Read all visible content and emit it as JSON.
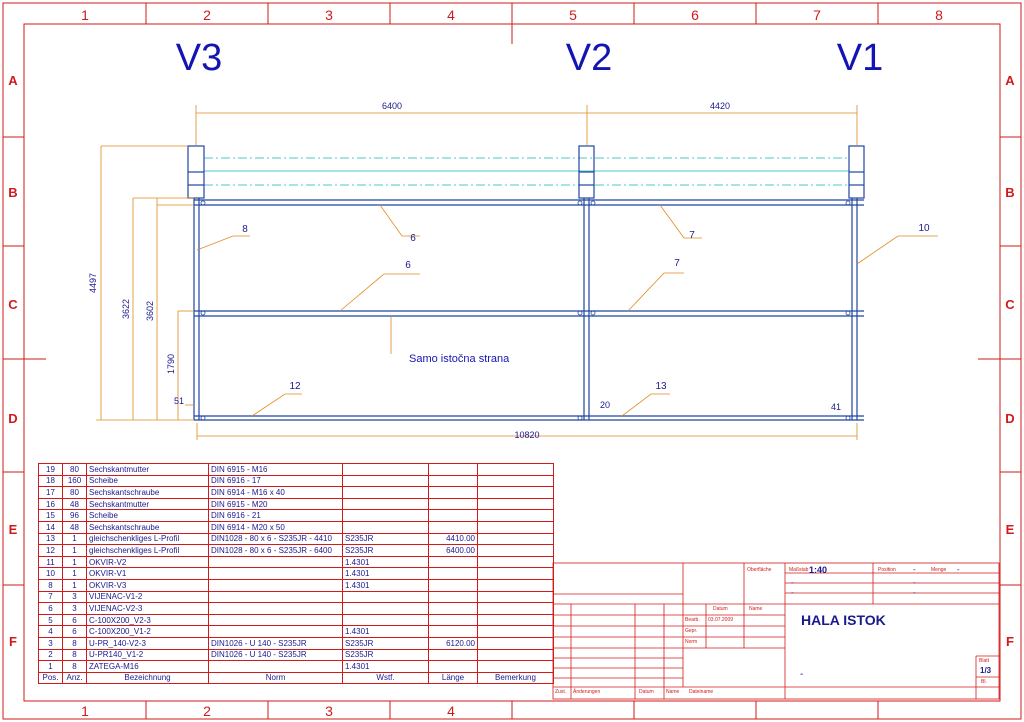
{
  "border": {
    "columns": [
      "1",
      "2",
      "3",
      "4",
      "5",
      "6",
      "7",
      "8"
    ],
    "bottom_columns": [
      "1",
      "2",
      "3",
      "4"
    ],
    "rows": [
      "A",
      "B",
      "C",
      "D",
      "E",
      "F"
    ]
  },
  "drawing": {
    "view_labels": [
      "V3",
      "V2",
      "V1"
    ],
    "dimensions": {
      "span_left": "6400",
      "span_right": "4420",
      "total_width": "10820",
      "height_total": "4497",
      "height_1": "3622",
      "height_2": "3602",
      "height_mid": "1790",
      "offset_left": "51",
      "offset_mid": "20",
      "offset_right": "41"
    },
    "callouts": [
      "8",
      "6",
      "6",
      "7",
      "7",
      "10",
      "12",
      "13"
    ],
    "note": "Samo istočna strana"
  },
  "bom": {
    "headers": [
      "Pos.",
      "Anz.",
      "Bezeichnung",
      "Norm",
      "Wstf.",
      "Länge",
      "Bemerkung"
    ],
    "rows": [
      [
        "19",
        "80",
        "Sechskantmutter",
        "DIN 6915 - M16",
        "",
        "",
        ""
      ],
      [
        "18",
        "160",
        "Scheibe",
        "DIN 6916 - 17",
        "",
        "",
        ""
      ],
      [
        "17",
        "80",
        "Sechskantschraube",
        "DIN 6914 - M16 x 40",
        "",
        "",
        ""
      ],
      [
        "16",
        "48",
        "Sechskantmutter",
        "DIN 6915 - M20",
        "",
        "",
        ""
      ],
      [
        "15",
        "96",
        "Scheibe",
        "DIN 6916 - 21",
        "",
        "",
        ""
      ],
      [
        "14",
        "48",
        "Sechskantschraube",
        "DIN 6914 - M20 x 50",
        "",
        "",
        ""
      ],
      [
        "13",
        "1",
        "gleichschenkliges L-Profil",
        "DIN1028 - 80 x 6 - S235JR - 4410",
        "S235JR",
        "4410.00",
        ""
      ],
      [
        "12",
        "1",
        "gleichschenkliges L-Profil",
        "DIN1028 - 80 x 6 - S235JR - 6400",
        "S235JR",
        "6400.00",
        ""
      ],
      [
        "11",
        "1",
        "OKVIR-V2",
        "",
        "1.4301",
        "",
        ""
      ],
      [
        "10",
        "1",
        "OKVIR-V1",
        "",
        "1.4301",
        "",
        ""
      ],
      [
        "8",
        "1",
        "OKVIR-V3",
        "",
        "1.4301",
        "",
        ""
      ],
      [
        "7",
        "3",
        "VIJENAC-V1-2",
        "",
        "",
        "",
        ""
      ],
      [
        "6",
        "3",
        "VIJENAC-V2-3",
        "",
        "",
        "",
        ""
      ],
      [
        "5",
        "6",
        "C-100X200_V2-3",
        "",
        "",
        "",
        ""
      ],
      [
        "4",
        "6",
        "C-100X200_V1-2",
        "",
        "1.4301",
        "",
        ""
      ],
      [
        "3",
        "8",
        "U-PR_140-V2-3",
        "DIN1026 - U 140 - S235JR",
        "S235JR",
        "6120.00",
        ""
      ],
      [
        "2",
        "8",
        "U-PR140_V1-2",
        "DIN1026 - U 140 - S235JR",
        "S235JR",
        "",
        ""
      ],
      [
        "1",
        "8",
        "ZATEGA-M16",
        "",
        "1.4301",
        "",
        ""
      ]
    ]
  },
  "title_block": {
    "oberflaeche_label": "Oberfläche",
    "massstab_label": "Maßstab",
    "massstab_value": "1:40",
    "position_label": "Position",
    "position_value": "-",
    "menge_label": "Menge",
    "menge_value": "-",
    "dash_1": "-",
    "dash_2": "-",
    "dash_3": "-",
    "dash_4": "-",
    "datum_label": "Datum",
    "name_label": "Name",
    "bearb_label": "Bearb.",
    "bearb_date": "03.07.2009",
    "gepr_label": "Gepr.",
    "norm_label": "Norm",
    "title": "HALA ISTOK",
    "blatt_label": "Blatt",
    "blatt_value": "1/3",
    "bl_label": "Bl.",
    "zust_label": "Zust.",
    "aenderungen_label": "Änderungen",
    "datum2_label": "Datum",
    "name2_label": "Name",
    "dateiname_label": "Dateiname",
    "drawing_dash": "-"
  },
  "colors": {
    "border_red": "#d21a1a",
    "ink_blue": "#1a1a8c",
    "profile_blue": "#1e46a0",
    "beam_cyan": "#4fc7c7",
    "dim_orange": "#e08a1e",
    "label_blue": "#1414b4"
  }
}
